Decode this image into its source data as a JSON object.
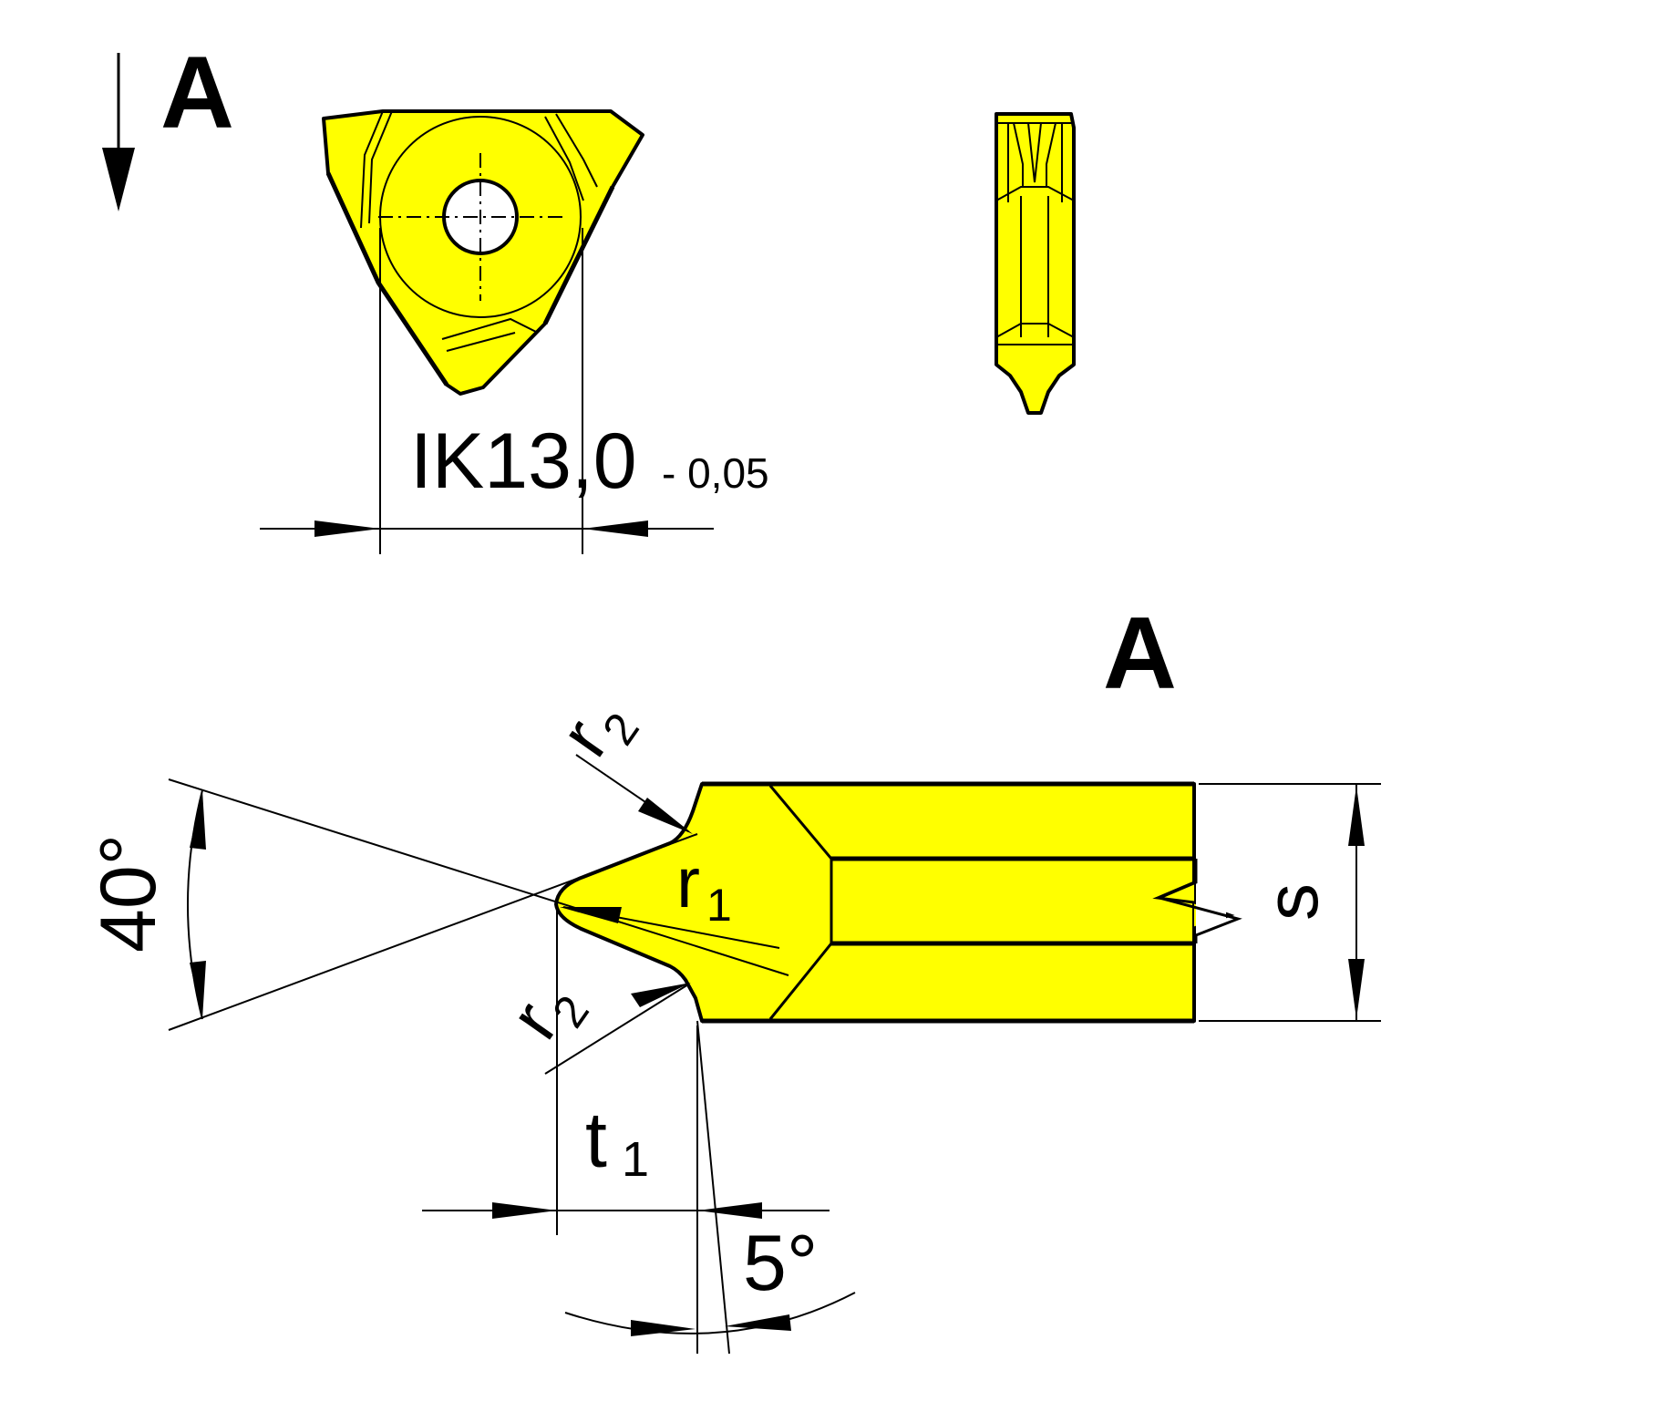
{
  "colors": {
    "insert_fill": "#ffff00",
    "line": "#000000"
  },
  "icons": {
    "view_arrow": "arrow-down-icon"
  },
  "top_view": {
    "view_label": "A",
    "dimension_value": "IK13,0",
    "dimension_tolerance": "- 0,05"
  },
  "section_view": {
    "view_label": "A",
    "angle_profile": "40°",
    "angle_clearance": "5°",
    "radius_flank": "r",
    "radius_flank_sub": "2",
    "radius_tip": "r",
    "radius_tip_sub": "1",
    "depth": "t",
    "depth_sub": "1",
    "thickness": "s"
  }
}
